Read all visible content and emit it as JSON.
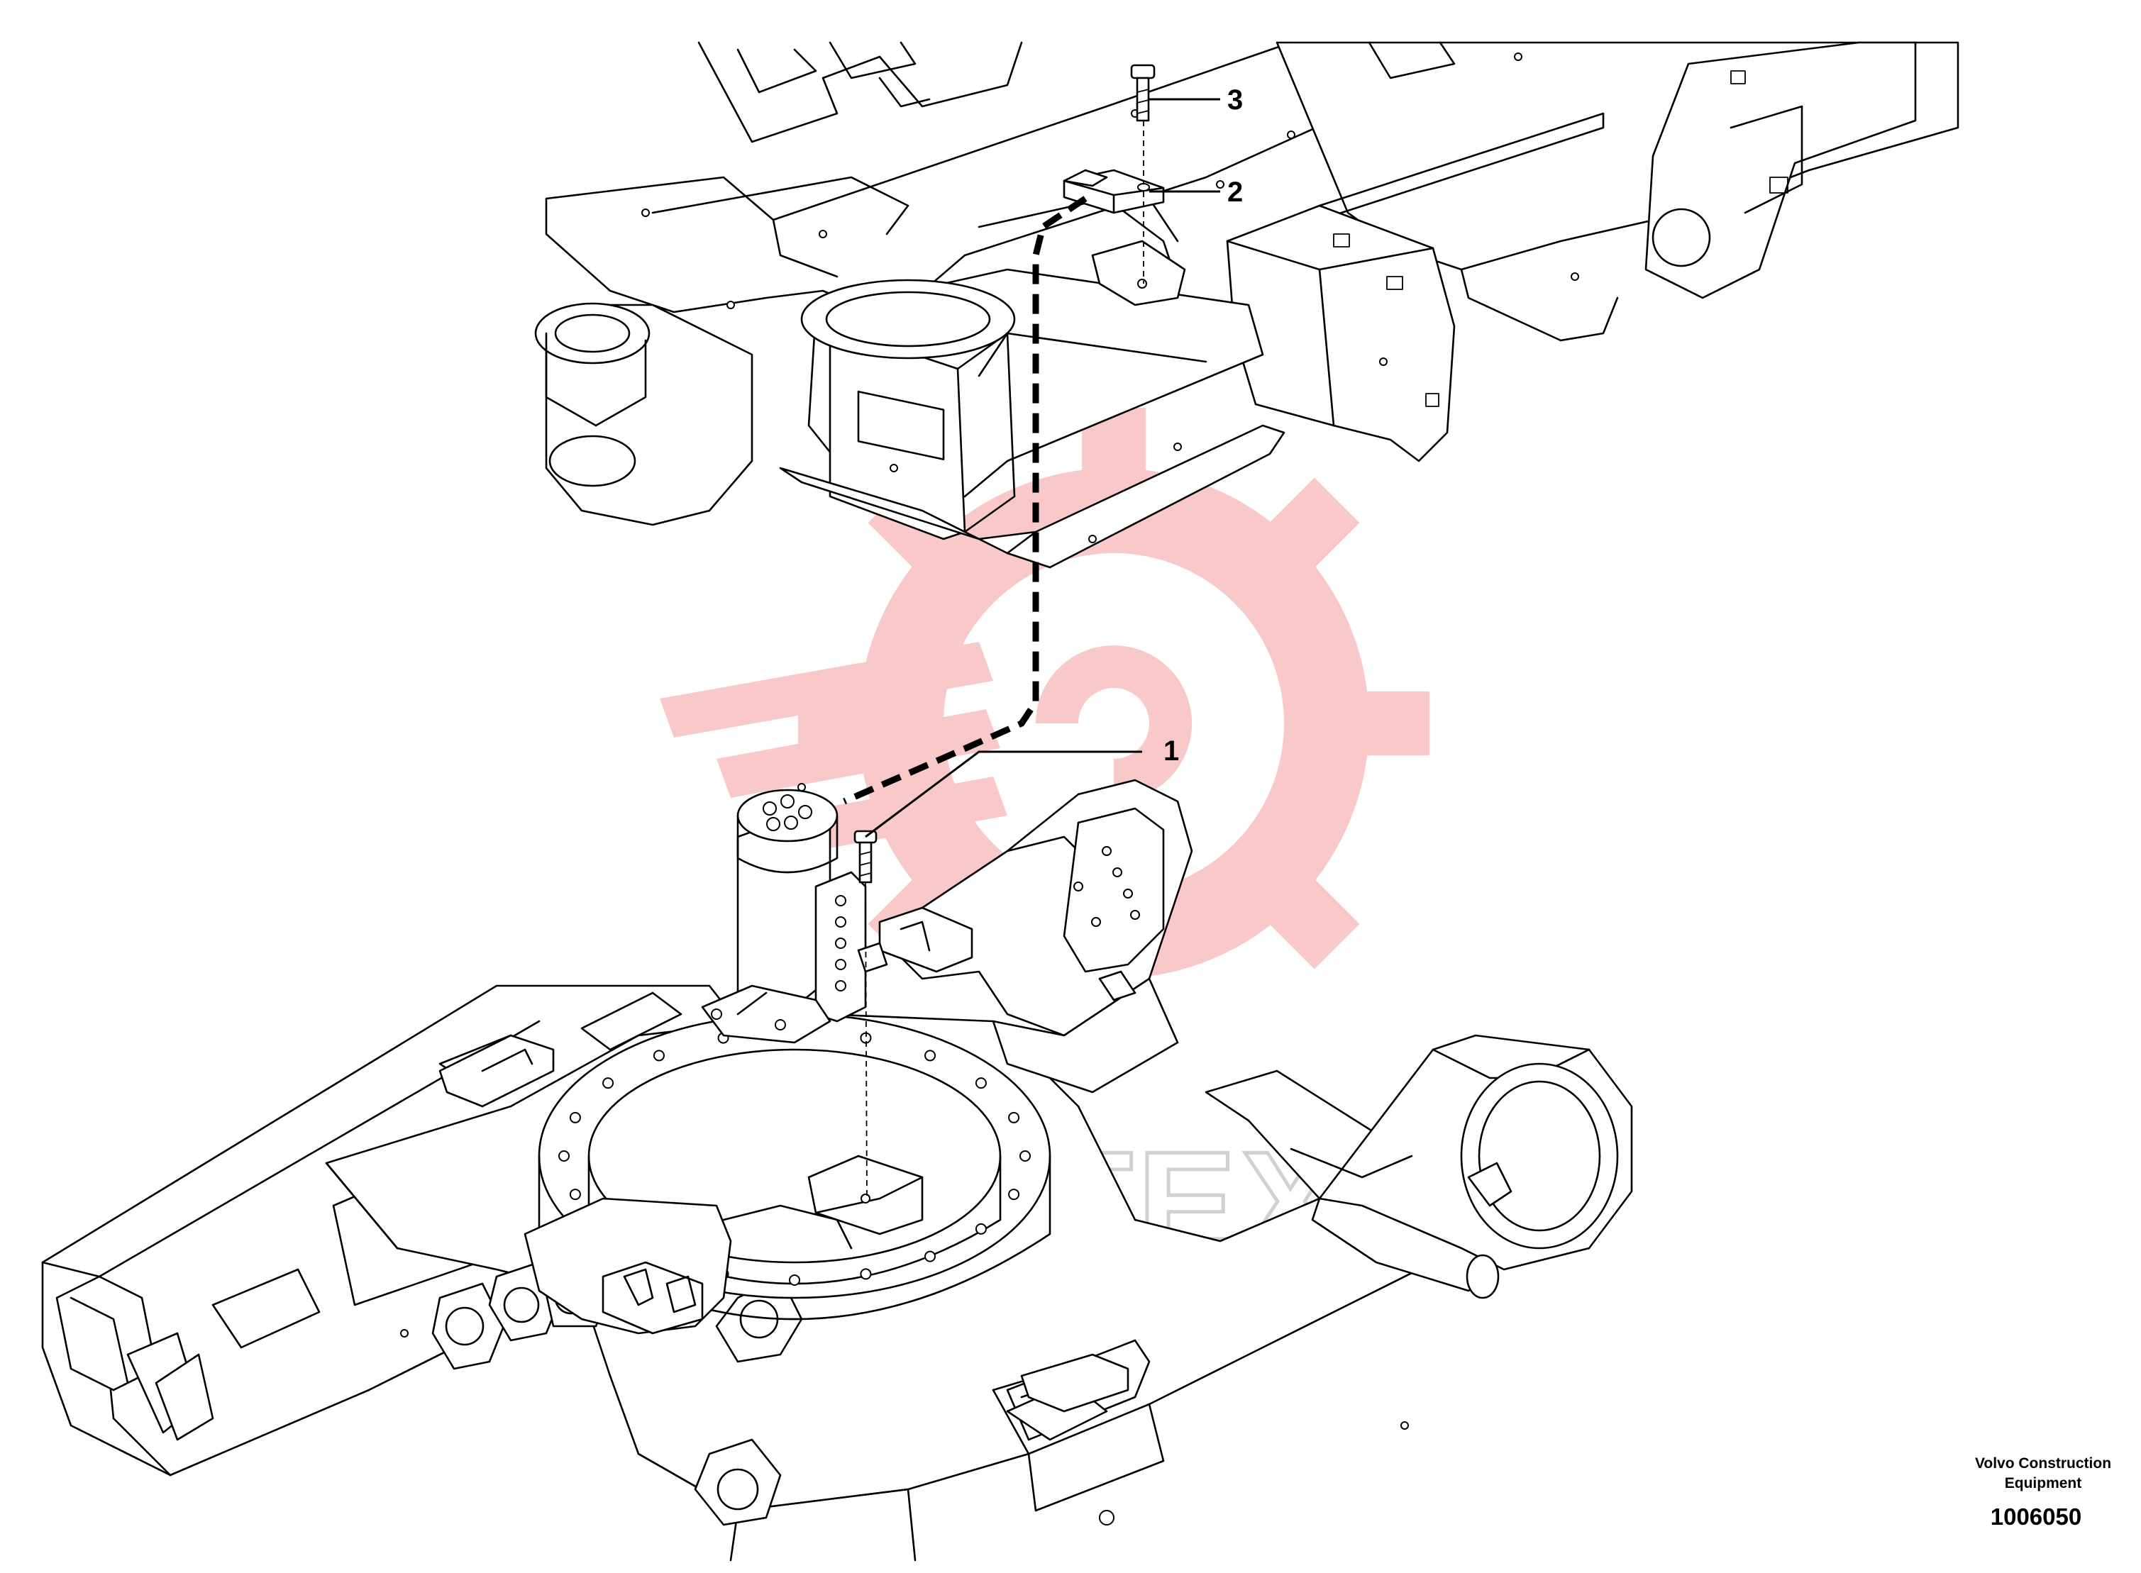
{
  "diagram": {
    "callouts": [
      {
        "id": "1",
        "label": "1"
      },
      {
        "id": "2",
        "label": "2"
      },
      {
        "id": "3",
        "label": "3"
      }
    ],
    "footer": {
      "brand_line1": "Volvo Construction",
      "brand_line2": "Equipment",
      "drawing_number": "1006050"
    },
    "watermark": {
      "text": "MHTEX",
      "gear_color": "#f9c6c6"
    }
  }
}
